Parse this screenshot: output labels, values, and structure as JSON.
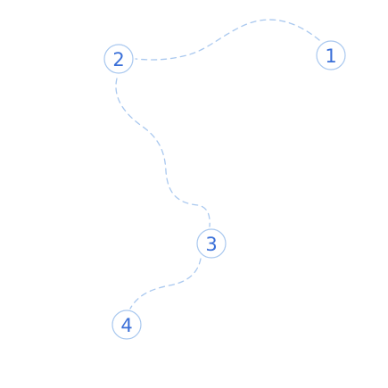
{
  "colors": {
    "path": "#a9c8ef",
    "node_stroke": "#a9c8ef",
    "node_text": "#3a6fd8"
  },
  "nodes": [
    {
      "label": "1"
    },
    {
      "label": "2"
    },
    {
      "label": "3"
    },
    {
      "label": "4"
    }
  ]
}
